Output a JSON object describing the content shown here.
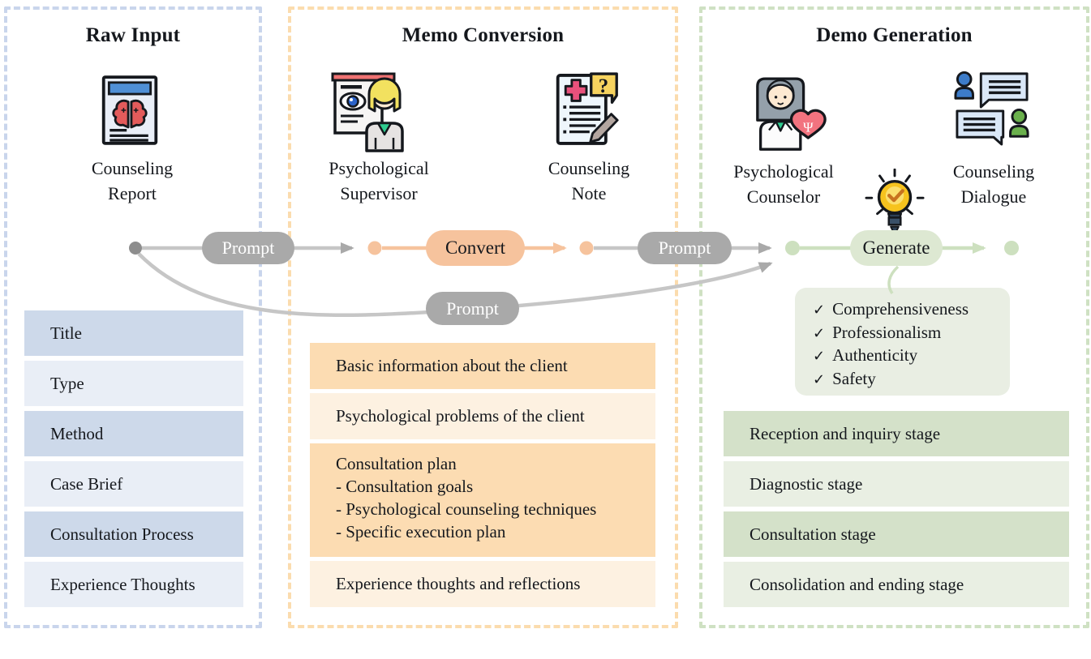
{
  "raw_input": {
    "title": "Raw Input",
    "entity_label": "Counseling Report",
    "fields": [
      "Title",
      "Type",
      "Method",
      "Case Brief",
      "Consultation Process",
      "Experience Thoughts"
    ]
  },
  "memo_conversion": {
    "title": "Memo Conversion",
    "supervisor_label": "Psychological Supervisor",
    "note_label": "Counseling Note",
    "note_sections": [
      {
        "lines": [
          "Basic information about the client"
        ]
      },
      {
        "lines": [
          "Psychological problems of the client"
        ]
      },
      {
        "lines": [
          "Consultation plan",
          "- Consultation goals",
          "- Psychological counseling techniques",
          "- Specific execution plan"
        ]
      },
      {
        "lines": [
          "Experience thoughts and reflections"
        ]
      }
    ]
  },
  "demo_generation": {
    "title": "Demo Generation",
    "counselor_label": "Psychological Counselor",
    "dialogue_label": "Counseling Dialogue",
    "check_glyph": "✓",
    "qualities": [
      "Comprehensiveness",
      "Professionalism",
      "Authenticity",
      "Safety"
    ],
    "stages": [
      "Reception and inquiry stage",
      "Diagnostic stage",
      "Consultation stage",
      "Consolidation and ending stage"
    ]
  },
  "flow": {
    "prompt_to_supervisor_label": "Prompt",
    "convert_label": "Convert",
    "prompt_to_counselor_label": "Prompt",
    "prompt_report_curve_label": "Prompt",
    "generate_label": "Generate"
  },
  "icons": {
    "note_question_glyph": "?",
    "heart_psi_glyph": "Ψ"
  },
  "colors": {
    "raw_border": "#c9d5ec",
    "raw_row_dark": "#cdd9ea",
    "raw_row_light": "#e9eef6",
    "memo_border": "#fbdcae",
    "memo_box_dark": "#fcdcb2",
    "memo_box_light": "#fdf1e1",
    "demo_border": "#cfe1c3",
    "demo_row_dark": "#d4e1c9",
    "demo_row_light": "#e9efe3",
    "qualities_bg": "#e9eee3",
    "pill_gray": "#a9a9a9",
    "pill_orange": "#f6c39d",
    "pill_green": "#dde8d2",
    "line_gray": "#c6c6c6",
    "dot_gray": "#8d8d8d",
    "flow_green": "#cde0bf"
  }
}
